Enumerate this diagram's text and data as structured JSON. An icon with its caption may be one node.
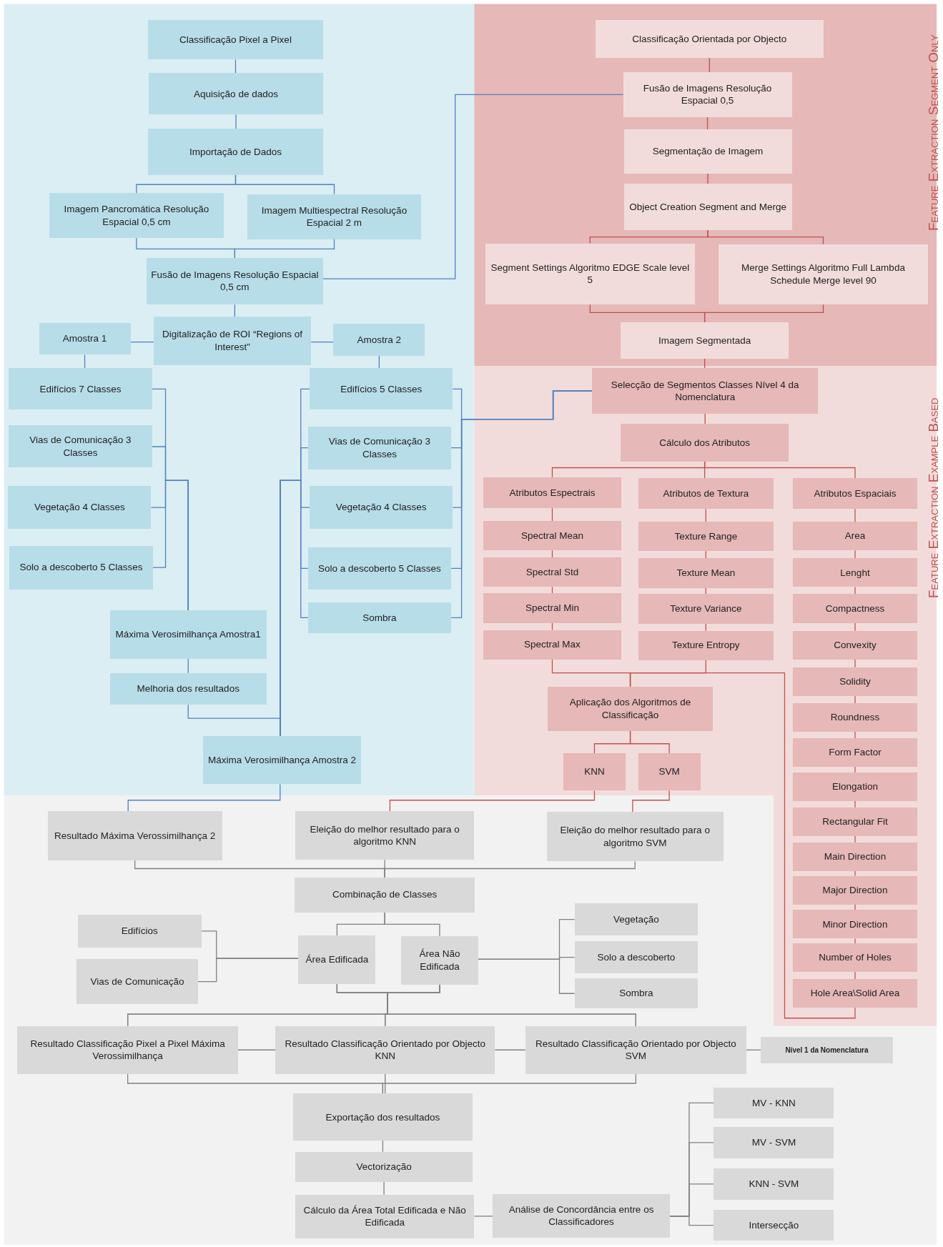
{
  "diagram": {
    "nodes": [
      {
        "text": [
          "Classificação Pixel a Pixel"
        ]
      },
      {
        "text": [
          "Aquisição de dados"
        ]
      },
      {
        "text": [
          "Importação de Dados"
        ]
      },
      {
        "text": [
          "Imagem Pancromática Resolução Espacial 0,5 cm"
        ]
      },
      {
        "text": [
          "Imagem Multiespectral Resolução Espacial 2 m"
        ]
      },
      {
        "text": [
          "Fusão de Imagens Resolução Espacial 0,5 cm"
        ]
      },
      {
        "text": [
          "Amostra 1"
        ]
      },
      {
        "text": [
          "Digitalização de ROI “Regions of Interest”"
        ]
      },
      {
        "text": [
          "Amostra 2"
        ]
      },
      {
        "text": [
          "Edifícios 7 Classes"
        ]
      },
      {
        "text": [
          "Vias de Comunicação 3 Classes"
        ]
      },
      {
        "text": [
          "Vegetação 4 Classes"
        ]
      },
      {
        "text": [
          "Solo a descoberto 5 Classes"
        ]
      },
      {
        "text": [
          "Edifícios 5 Classes"
        ]
      },
      {
        "text": [
          "Vias de Comunicação 3 Classes"
        ]
      },
      {
        "text": [
          "Vegetação 4 Classes"
        ]
      },
      {
        "text": [
          "Solo a descoberto 5 Classes"
        ]
      },
      {
        "text": [
          "Sombra"
        ]
      },
      {
        "text": [
          "Máxima Verosimilhança Amostra1"
        ]
      },
      {
        "text": [
          "Melhoria dos resultados"
        ]
      },
      {
        "text": [
          "Máxima Verosimilhança Amostra 2"
        ]
      },
      {
        "text": [
          "Classificação Orientada por Objecto"
        ]
      },
      {
        "text": [
          "Fusão de Imagens Resolução Espacial 0,5"
        ]
      },
      {
        "text": [
          "Segmentação de Imagem"
        ]
      },
      {
        "text": [
          "Object Creation Segment and Merge"
        ]
      },
      {
        "text": [
          "Segment Settings Algoritmo EDGE Scale level 5"
        ]
      },
      {
        "text": [
          "Merge Settings Algoritmo Full Lambda Schedule Merge level 90"
        ]
      },
      {
        "text": [
          "Imagem Segmentada"
        ]
      },
      {
        "text": [
          "Selecção de Segmentos Classes Nível 4 da Nomenclatura"
        ]
      },
      {
        "text": [
          "Cálculo dos Atributos"
        ]
      },
      {
        "text": [
          "Atributos Espectrais"
        ]
      },
      {
        "text": [
          "Atributos de Textura"
        ]
      },
      {
        "text": [
          "Atributos Espaciais"
        ]
      },
      {
        "text": [
          "Spectral Mean"
        ]
      },
      {
        "text": [
          "Spectral Std"
        ]
      },
      {
        "text": [
          "Spectral Min"
        ]
      },
      {
        "text": [
          "Spectral Max"
        ]
      },
      {
        "text": [
          "Texture Range"
        ]
      },
      {
        "text": [
          "Texture Mean"
        ]
      },
      {
        "text": [
          "Texture Variance"
        ]
      },
      {
        "text": [
          "Texture Entropy"
        ]
      },
      {
        "text": [
          "Area"
        ]
      },
      {
        "text": [
          "Lenght"
        ]
      },
      {
        "text": [
          "Compactness"
        ]
      },
      {
        "text": [
          "Convexity"
        ]
      },
      {
        "text": [
          "Solidity"
        ]
      },
      {
        "text": [
          "Roundness"
        ]
      },
      {
        "text": [
          "Form Factor"
        ]
      },
      {
        "text": [
          "Elongation"
        ]
      },
      {
        "text": [
          "Rectangular Fit"
        ]
      },
      {
        "text": [
          "Main Direction"
        ]
      },
      {
        "text": [
          "Major Direction"
        ]
      },
      {
        "text": [
          "Minor Direction"
        ]
      },
      {
        "text": [
          "Number of Holes"
        ]
      },
      {
        "text": [
          "Hole Area\\Solid Area"
        ]
      },
      {
        "text": [
          "Aplicação dos Algoritmos de Classificação"
        ]
      },
      {
        "text": [
          "KNN"
        ]
      },
      {
        "text": [
          "SVM"
        ]
      },
      {
        "text": [
          "Resultado Máxima Verossimilhança 2"
        ]
      },
      {
        "text": [
          "Eleição do melhor resultado para o algoritmo KNN"
        ]
      },
      {
        "text": [
          "Eleição do melhor resultado para o algoritmo SVM"
        ]
      },
      {
        "text": [
          "Combinação de Classes"
        ]
      },
      {
        "text": [
          "Edifícios"
        ]
      },
      {
        "text": [
          "Vias de Comunicação"
        ]
      },
      {
        "text": [
          "Área Edificada"
        ]
      },
      {
        "text": [
          "Área Não Edificada"
        ]
      },
      {
        "text": [
          "Vegetação"
        ]
      },
      {
        "text": [
          "Solo a descoberto"
        ]
      },
      {
        "text": [
          "Sombra"
        ]
      },
      {
        "text": [
          "Resultado Classificação Pixel a Pixel Máxima Verossimilhança"
        ]
      },
      {
        "text": [
          "Resultado Classificação Orientado por Objecto KNN"
        ]
      },
      {
        "text": [
          "Resultado Classificação Orientado por Objecto SVM"
        ]
      },
      {
        "text": [
          "Nível 1 da Nomenclatura"
        ]
      },
      {
        "text": [
          "Exportação dos resultados"
        ]
      },
      {
        "text": [
          "Vectorização"
        ]
      },
      {
        "text": [
          "Cálculo da Área Total Edificada e Não Edificada"
        ]
      },
      {
        "text": [
          "Análise de Concordância entre os Classificadores"
        ]
      },
      {
        "text": [
          "MV - KNN"
        ]
      },
      {
        "text": [
          "MV - SVM"
        ]
      },
      {
        "text": [
          "KNN - SVM"
        ]
      },
      {
        "text": [
          "Intersecção"
        ]
      }
    ],
    "edges": [
      {
        "from": 0,
        "to": 1,
        "arrow": "none",
        "color": "#4f81bd"
      },
      {
        "from": 1,
        "to": 2,
        "arrow": "none",
        "color": "#4f81bd"
      },
      {
        "from": 2,
        "to": 3,
        "arrow": "none",
        "color": "#4f81bd"
      },
      {
        "from": 2,
        "to": 4,
        "arrow": "none",
        "color": "#4f81bd"
      },
      {
        "from": 3,
        "to": 5,
        "arrow": "none",
        "color": "#4f81bd"
      },
      {
        "from": 4,
        "to": 5,
        "arrow": "none",
        "color": "#4f81bd"
      },
      {
        "from": 5,
        "to": 22,
        "arrow": "none",
        "color": "#4f81bd"
      },
      {
        "from": 5,
        "to": 7,
        "arrow": "none",
        "color": "#4f81bd"
      },
      {
        "from": 7,
        "to": 6,
        "arrow": "none",
        "color": "#4f81bd"
      },
      {
        "from": 7,
        "to": 8,
        "arrow": "none",
        "color": "#4f81bd"
      },
      {
        "from": 6,
        "to": 9,
        "arrow": "none",
        "color": "#4f81bd"
      },
      {
        "from": 8,
        "to": 13,
        "arrow": "none",
        "color": "#4f81bd"
      },
      {
        "from": 9,
        "to": 18,
        "arrow": "none",
        "color": "#4f81bd"
      },
      {
        "from": 10,
        "to": 18,
        "arrow": "none",
        "color": "#4f81bd"
      },
      {
        "from": 11,
        "to": 18,
        "arrow": "none",
        "color": "#4f81bd"
      },
      {
        "from": 12,
        "to": 18,
        "arrow": "none",
        "color": "#4f81bd"
      },
      {
        "from": 13,
        "to": 20,
        "arrow": "none",
        "color": "#4f81bd"
      },
      {
        "from": 14,
        "to": 20,
        "arrow": "none",
        "color": "#4f81bd"
      },
      {
        "from": 15,
        "to": 20,
        "arrow": "none",
        "color": "#4f81bd"
      },
      {
        "from": 16,
        "to": 20,
        "arrow": "none",
        "color": "#4f81bd"
      },
      {
        "from": 17,
        "to": 20,
        "arrow": "none",
        "color": "#4f81bd"
      },
      {
        "from": 13,
        "to": 28,
        "arrow": "none",
        "color": "#4f81bd"
      },
      {
        "from": 14,
        "to": 28,
        "arrow": "none",
        "color": "#4f81bd"
      },
      {
        "from": 15,
        "to": 28,
        "arrow": "none",
        "color": "#4f81bd"
      },
      {
        "from": 16,
        "to": 28,
        "arrow": "none",
        "color": "#4f81bd"
      },
      {
        "from": 17,
        "to": 28,
        "arrow": "none",
        "color": "#4f81bd"
      },
      {
        "from": 18,
        "to": 19,
        "arrow": "none",
        "color": "#4f81bd"
      },
      {
        "from": 19,
        "to": 20,
        "arrow": "none",
        "color": "#4f81bd"
      },
      {
        "from": 20,
        "to": 58,
        "arrow": "none",
        "color": "#4f81bd"
      },
      {
        "from": 21,
        "to": 22,
        "arrow": "none"
      },
      {
        "from": 22,
        "to": 23,
        "arrow": "none"
      },
      {
        "from": 23,
        "to": 24,
        "arrow": "none"
      },
      {
        "from": 24,
        "to": 25,
        "arrow": "none"
      },
      {
        "from": 24,
        "to": 26,
        "arrow": "none"
      },
      {
        "from": 25,
        "to": 27,
        "arrow": "none"
      },
      {
        "from": 26,
        "to": 27,
        "arrow": "none"
      },
      {
        "from": 27,
        "to": 28,
        "arrow": "none"
      },
      {
        "from": 28,
        "to": 29,
        "arrow": "none"
      },
      {
        "from": 29,
        "to": 30,
        "arrow": "none"
      },
      {
        "from": 29,
        "to": 31,
        "arrow": "none"
      },
      {
        "from": 29,
        "to": 32,
        "arrow": "none"
      },
      {
        "from": 30,
        "to": 33,
        "arrow": "none"
      },
      {
        "from": 33,
        "to": 34,
        "arrow": "none"
      },
      {
        "from": 34,
        "to": 35,
        "arrow": "none"
      },
      {
        "from": 35,
        "to": 36,
        "arrow": "none"
      },
      {
        "from": 31,
        "to": 37,
        "arrow": "none"
      },
      {
        "from": 37,
        "to": 38,
        "arrow": "none"
      },
      {
        "from": 38,
        "to": 39,
        "arrow": "none"
      },
      {
        "from": 39,
        "to": 40,
        "arrow": "none"
      },
      {
        "from": 32,
        "to": 41,
        "arrow": "none"
      },
      {
        "from": 41,
        "to": 42,
        "arrow": "none"
      },
      {
        "from": 42,
        "to": 43,
        "arrow": "none"
      },
      {
        "from": 43,
        "to": 44,
        "arrow": "none"
      },
      {
        "from": 44,
        "to": 45,
        "arrow": "none"
      },
      {
        "from": 45,
        "to": 46,
        "arrow": "none"
      },
      {
        "from": 46,
        "to": 47,
        "arrow": "none"
      },
      {
        "from": 47,
        "to": 48,
        "arrow": "none"
      },
      {
        "from": 48,
        "to": 49,
        "arrow": "none"
      },
      {
        "from": 49,
        "to": 50,
        "arrow": "none"
      },
      {
        "from": 50,
        "to": 51,
        "arrow": "none"
      },
      {
        "from": 51,
        "to": 52,
        "arrow": "none"
      },
      {
        "from": 52,
        "to": 53,
        "arrow": "none"
      },
      {
        "from": 53,
        "to": 54,
        "arrow": "none"
      },
      {
        "from": 36,
        "to": 55,
        "arrow": "none"
      },
      {
        "from": 40,
        "to": 55,
        "arrow": "none"
      },
      {
        "from": 54,
        "to": 55,
        "arrow": "none"
      },
      {
        "from": 55,
        "to": 56,
        "arrow": "none"
      },
      {
        "from": 55,
        "to": 57,
        "arrow": "none"
      },
      {
        "from": 56,
        "to": 59,
        "arrow": "none"
      },
      {
        "from": 57,
        "to": 60,
        "arrow": "none"
      },
      {
        "from": 58,
        "to": 61,
        "arrow": "none",
        "color": "#808080"
      },
      {
        "from": 59,
        "to": 61,
        "arrow": "none",
        "color": "#808080"
      },
      {
        "from": 60,
        "to": 61,
        "arrow": "none",
        "color": "#808080"
      },
      {
        "from": 61,
        "to": 64,
        "arrow": "none",
        "color": "#808080"
      },
      {
        "from": 61,
        "to": 65,
        "arrow": "none",
        "color": "#808080"
      },
      {
        "from": 62,
        "to": 64,
        "arrow": "none",
        "color": "#808080"
      },
      {
        "from": 63,
        "to": 64,
        "arrow": "none",
        "color": "#808080"
      },
      {
        "from": 65,
        "to": 66,
        "arrow": "none",
        "color": "#808080"
      },
      {
        "from": 65,
        "to": 67,
        "arrow": "none",
        "color": "#808080"
      },
      {
        "from": 65,
        "to": 68,
        "arrow": "none",
        "color": "#808080"
      },
      {
        "from": 64,
        "to": 69,
        "arrow": "none",
        "color": "#808080"
      },
      {
        "from": 64,
        "to": 70,
        "arrow": "none",
        "color": "#808080"
      },
      {
        "from": 64,
        "to": 71,
        "arrow": "none",
        "color": "#808080"
      },
      {
        "from": 65,
        "to": 69,
        "arrow": "none",
        "color": "#808080"
      },
      {
        "from": 65,
        "to": 70,
        "arrow": "none",
        "color": "#808080"
      },
      {
        "from": 65,
        "to": 71,
        "arrow": "none",
        "color": "#808080"
      },
      {
        "from": 69,
        "to": 70,
        "arrow": "none",
        "color": "#808080"
      },
      {
        "from": 70,
        "to": 71,
        "arrow": "none",
        "color": "#808080"
      },
      {
        "from": 71,
        "to": 72,
        "arrow": "none",
        "color": "#808080"
      },
      {
        "from": 69,
        "to": 73,
        "arrow": "none",
        "color": "#808080"
      },
      {
        "from": 70,
        "to": 73,
        "arrow": "none",
        "color": "#808080"
      },
      {
        "from": 71,
        "to": 73,
        "arrow": "none",
        "color": "#808080"
      },
      {
        "from": 73,
        "to": 74,
        "arrow": "none",
        "color": "#808080"
      },
      {
        "from": 74,
        "to": 75,
        "arrow": "none",
        "color": "#808080"
      },
      {
        "from": 75,
        "to": 76,
        "arrow": "none",
        "color": "#808080"
      },
      {
        "from": 76,
        "to": 77,
        "arrow": "none",
        "color": "#808080"
      },
      {
        "from": 76,
        "to": 78,
        "arrow": "none",
        "color": "#808080"
      },
      {
        "from": 76,
        "to": 79,
        "arrow": "none",
        "color": "#808080"
      },
      {
        "from": 76,
        "to": 80,
        "arrow": "none",
        "color": "#808080"
      }
    ],
    "labels": [
      "Feature Extraction Segment Only",
      "Feature Extraction Example Based"
    ]
  }
}
